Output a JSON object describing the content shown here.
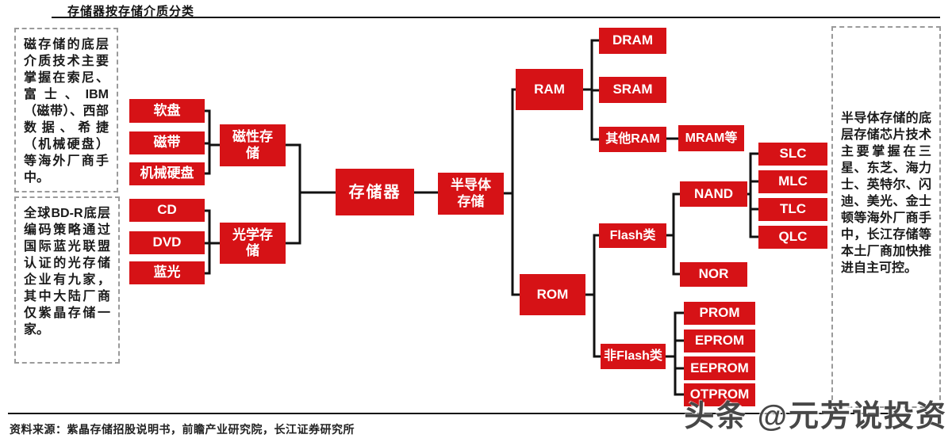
{
  "title": "存储器按存储介质分类",
  "annotations": {
    "magnetic_note": "磁存储的底层介质技术主要掌握在索尼、富士、IBM（磁带）、西部数据、希捷（机械硬盘）等海外厂商手中。",
    "optical_note": "全球BD-R底层编码策略通过国际蓝光联盟认证的光存储企业有九家，其中大陆厂商仅紫晶存储一家。",
    "semiconductor_note": "半导体存储的底层存储芯片技术主要掌握在三星、东芝、海力士、英特尔、闪迪、美光、金士顿等海外厂商手中，长江存储等本土厂商加快推进自主可控。"
  },
  "tree": {
    "nodes": {
      "root": "存储器",
      "ruanpan": "软盘",
      "cidai": "磁带",
      "jixie": "机械硬盘",
      "cixing": "磁性存储",
      "cd": "CD",
      "dvd": "DVD",
      "languang": "蓝光",
      "guangxue": "光学存储",
      "bandaoti": "半导体存储",
      "ram": "RAM",
      "dram": "DRAM",
      "sram": "SRAM",
      "qita_ram": "其他RAM",
      "mram": "MRAM等",
      "rom": "ROM",
      "flash": "Flash类",
      "nand": "NAND",
      "nor": "NOR",
      "slc": "SLC",
      "mlc": "MLC",
      "tlc": "TLC",
      "qlc": "QLC",
      "fei_flash": "非Flash类",
      "prom": "PROM",
      "eprom": "EPROM",
      "eeprom": "EEPROM",
      "otprom": "OTPROM"
    }
  },
  "footer": {
    "source": "资料来源：紫晶存储招股说明书，前瞻产业研究院，长江证券研究所"
  },
  "watermark": "头条 @元芳说投资",
  "colors": {
    "node_bg": "#d61216",
    "connector": "#111111"
  }
}
